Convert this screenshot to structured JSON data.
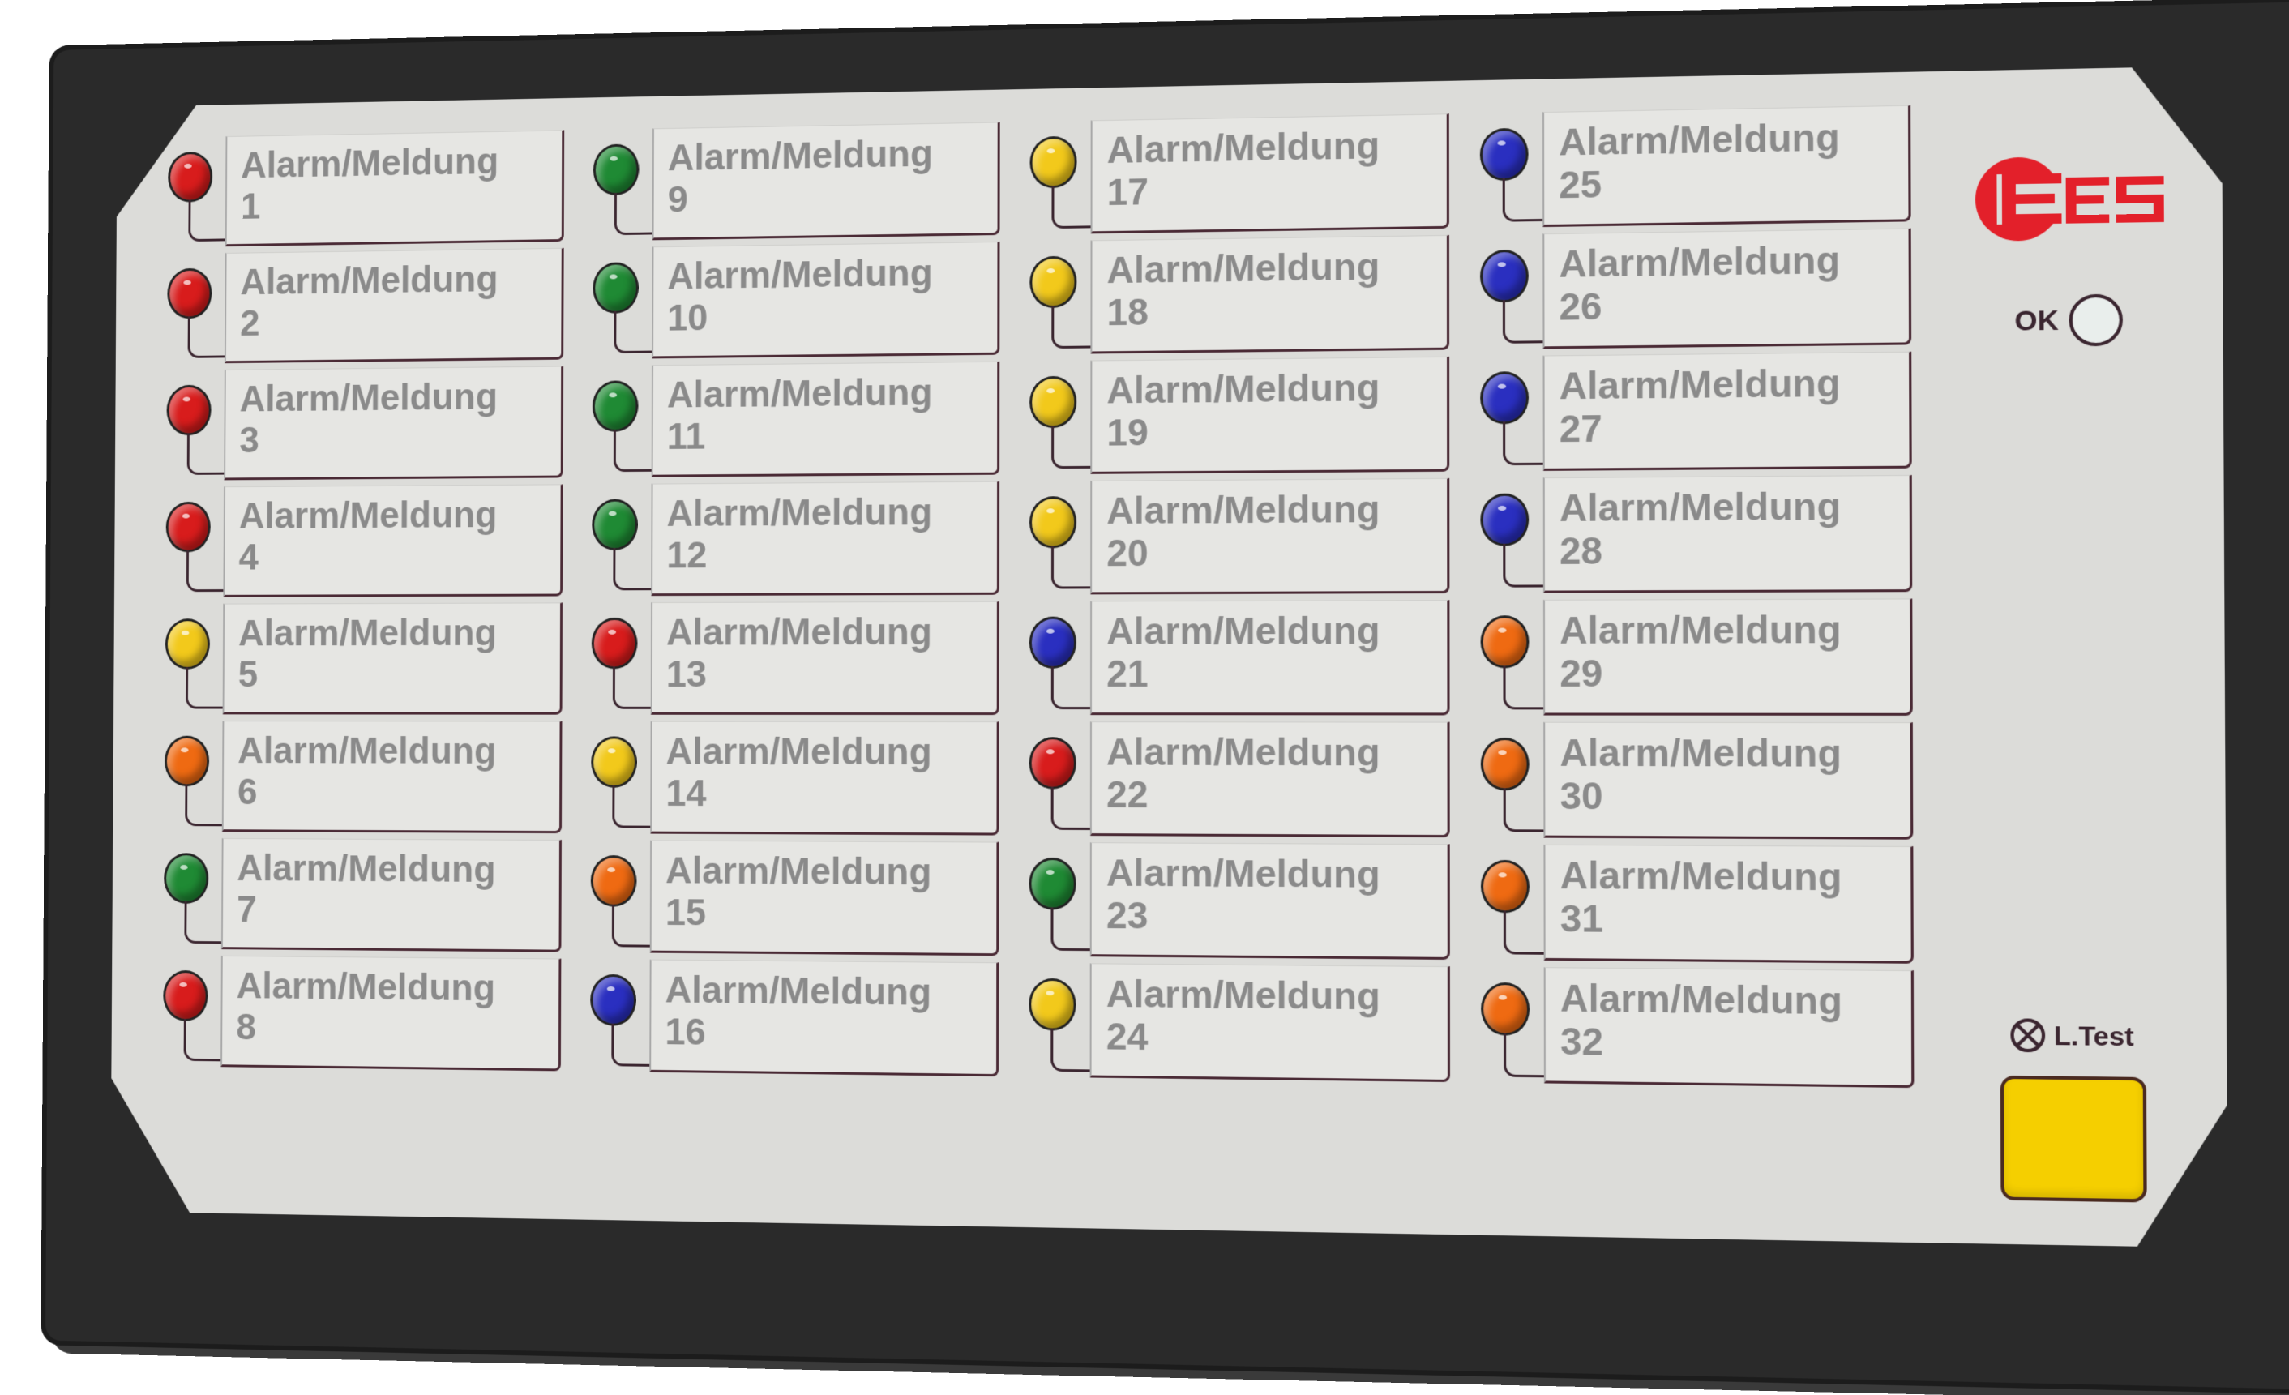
{
  "panel": {
    "brand": "EES",
    "brand_color": "#e3202a",
    "ok_label": "OK",
    "lamp_test_label": "L.Test",
    "test_button_color": "#f5cf00",
    "led_colors": {
      "red": "#d81c1c",
      "yellow": "#f2c91b",
      "orange": "#ef6a12",
      "green": "#1f8a34",
      "blue": "#2a2fc0"
    }
  },
  "columns": [
    {
      "channels": [
        {
          "title": "Alarm/Meldung",
          "number": "1",
          "led": "red"
        },
        {
          "title": "Alarm/Meldung",
          "number": "2",
          "led": "red"
        },
        {
          "title": "Alarm/Meldung",
          "number": "3",
          "led": "red"
        },
        {
          "title": "Alarm/Meldung",
          "number": "4",
          "led": "red"
        },
        {
          "title": "Alarm/Meldung",
          "number": "5",
          "led": "yellow"
        },
        {
          "title": "Alarm/Meldung",
          "number": "6",
          "led": "orange"
        },
        {
          "title": "Alarm/Meldung",
          "number": "7",
          "led": "green"
        },
        {
          "title": "Alarm/Meldung",
          "number": "8",
          "led": "red"
        }
      ]
    },
    {
      "channels": [
        {
          "title": "Alarm/Meldung",
          "number": "9",
          "led": "green"
        },
        {
          "title": "Alarm/Meldung",
          "number": "10",
          "led": "green"
        },
        {
          "title": "Alarm/Meldung",
          "number": "11",
          "led": "green"
        },
        {
          "title": "Alarm/Meldung",
          "number": "12",
          "led": "green"
        },
        {
          "title": "Alarm/Meldung",
          "number": "13",
          "led": "red"
        },
        {
          "title": "Alarm/Meldung",
          "number": "14",
          "led": "yellow"
        },
        {
          "title": "Alarm/Meldung",
          "number": "15",
          "led": "orange"
        },
        {
          "title": "Alarm/Meldung",
          "number": "16",
          "led": "blue"
        }
      ]
    },
    {
      "channels": [
        {
          "title": "Alarm/Meldung",
          "number": "17",
          "led": "yellow"
        },
        {
          "title": "Alarm/Meldung",
          "number": "18",
          "led": "yellow"
        },
        {
          "title": "Alarm/Meldung",
          "number": "19",
          "led": "yellow"
        },
        {
          "title": "Alarm/Meldung",
          "number": "20",
          "led": "yellow"
        },
        {
          "title": "Alarm/Meldung",
          "number": "21",
          "led": "blue"
        },
        {
          "title": "Alarm/Meldung",
          "number": "22",
          "led": "red"
        },
        {
          "title": "Alarm/Meldung",
          "number": "23",
          "led": "green"
        },
        {
          "title": "Alarm/Meldung",
          "number": "24",
          "led": "yellow"
        }
      ]
    },
    {
      "channels": [
        {
          "title": "Alarm/Meldung",
          "number": "25",
          "led": "blue"
        },
        {
          "title": "Alarm/Meldung",
          "number": "26",
          "led": "blue"
        },
        {
          "title": "Alarm/Meldung",
          "number": "27",
          "led": "blue"
        },
        {
          "title": "Alarm/Meldung",
          "number": "28",
          "led": "blue"
        },
        {
          "title": "Alarm/Meldung",
          "number": "29",
          "led": "orange"
        },
        {
          "title": "Alarm/Meldung",
          "number": "30",
          "led": "orange"
        },
        {
          "title": "Alarm/Meldung",
          "number": "31",
          "led": "orange"
        },
        {
          "title": "Alarm/Meldung",
          "number": "32",
          "led": "orange"
        }
      ]
    }
  ]
}
